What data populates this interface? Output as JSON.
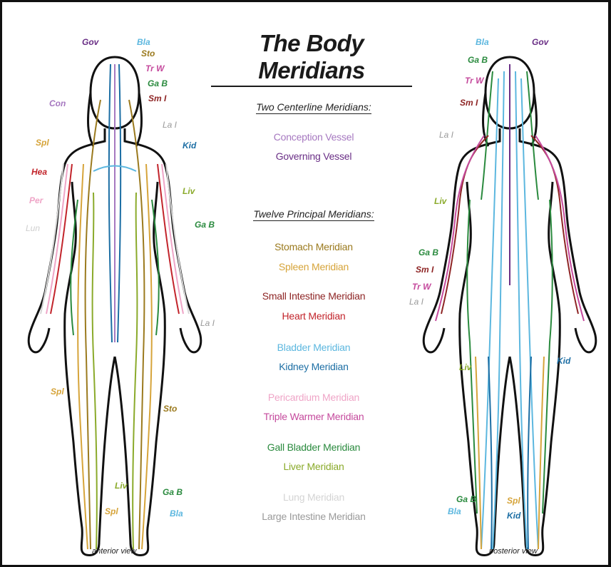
{
  "title": "The Body Meridians",
  "sections": {
    "centerline_heading": "Two Centerline Meridians:",
    "principal_heading": "Twelve Principal Meridians:"
  },
  "legend": [
    {
      "label": "Conception Vessel",
      "color": "#a678c0"
    },
    {
      "label": "Governing Vessel",
      "color": "#6a2f86"
    },
    {
      "label": "Stomach Meridian",
      "color": "#9b7a1e"
    },
    {
      "label": "Spleen Meridian",
      "color": "#d6a43a"
    },
    {
      "label": "Small Intestine Meridian",
      "color": "#8e2525"
    },
    {
      "label": "Heart Meridian",
      "color": "#c2242b"
    },
    {
      "label": "Bladder Meridian",
      "color": "#5cb7df"
    },
    {
      "label": "Kidney Meridian",
      "color": "#1c6ea4"
    },
    {
      "label": "Pericardium Meridian",
      "color": "#efa5c7"
    },
    {
      "label": "Triple Warmer Meridian",
      "color": "#c54a9d"
    },
    {
      "label": "Gall Bladder Meridian",
      "color": "#2a8a3e"
    },
    {
      "label": "Liver Meridian",
      "color": "#8aaa2a"
    },
    {
      "label": "Lung Meridian",
      "color": "#d4d4d4"
    },
    {
      "label": "Large Intestine Meridian",
      "color": "#9a9a9a"
    }
  ],
  "anterior_labels": {
    "gov": "Gov",
    "bla_top": "Bla",
    "sto_top": "Sto",
    "trw": "Tr W",
    "gab_top": "Ga B",
    "smi": "Sm I",
    "con": "Con",
    "lai_top": "La I",
    "spl_top": "Spl",
    "kid": "Kid",
    "hea": "Hea",
    "liv_top": "Liv",
    "per": "Per",
    "gab_mid": "Ga B",
    "lun": "Lun",
    "lai_mid": "La I",
    "spl_mid": "Spl",
    "sto_mid": "Sto",
    "liv_bot": "Liv",
    "gab_bot": "Ga B",
    "spl_bot": "Spl",
    "bla_bot": "Bla"
  },
  "posterior_labels": {
    "bla": "Bla",
    "gov": "Gov",
    "gab_top": "Ga B",
    "trw_top": "Tr W",
    "smi_top": "Sm I",
    "lai_top": "La I",
    "liv_top": "Liv",
    "gab_mid": "Ga B",
    "smi_mid": "Sm I",
    "trw_mid": "Tr W",
    "lai_mid": "La I",
    "kid_mid": "Kid",
    "liv_bot": "Liv",
    "gab_bot": "Ga B",
    "spl_bot": "Spl",
    "bla_bot": "Bla",
    "kid_bot": "Kid"
  },
  "views": {
    "anterior": "anterior view",
    "posterior": "posterior view"
  }
}
